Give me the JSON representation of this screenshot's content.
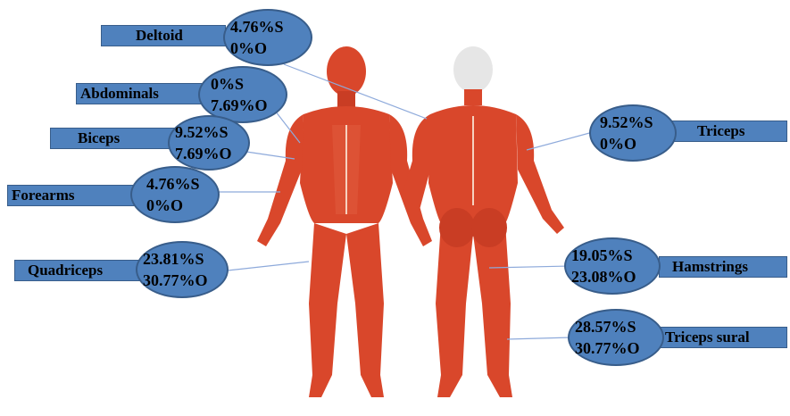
{
  "colors": {
    "label_fill": "#4f81bd",
    "label_border": "#385d8a",
    "muscle": "#d9472b",
    "skin": "#f2c6a8",
    "leader": "#8eaadb"
  },
  "muscles": [
    {
      "id": "deltoid",
      "name": "Deltoid",
      "s": "4.76%S",
      "o": "0%O"
    },
    {
      "id": "abdominals",
      "name": "Abdominals",
      "s": "0%S",
      "o": "7.69%O"
    },
    {
      "id": "biceps",
      "name": "Biceps",
      "s": "9.52%S",
      "o": "7.69%O"
    },
    {
      "id": "forearms",
      "name": "Forearms",
      "s": "4.76%S",
      "o": "0%O"
    },
    {
      "id": "quadriceps",
      "name": "Quadriceps",
      "s": "23.81%S",
      "o": "30.77%O"
    },
    {
      "id": "triceps",
      "name": "Triceps",
      "s": "9.52%S",
      "o": "0%O"
    },
    {
      "id": "hamstrings",
      "name": "Hamstrings",
      "s": "19.05%S",
      "o": "23.08%O"
    },
    {
      "id": "triceps-sural",
      "name": "Triceps sural",
      "s": "28.57%S",
      "o": "30.77%O"
    }
  ]
}
